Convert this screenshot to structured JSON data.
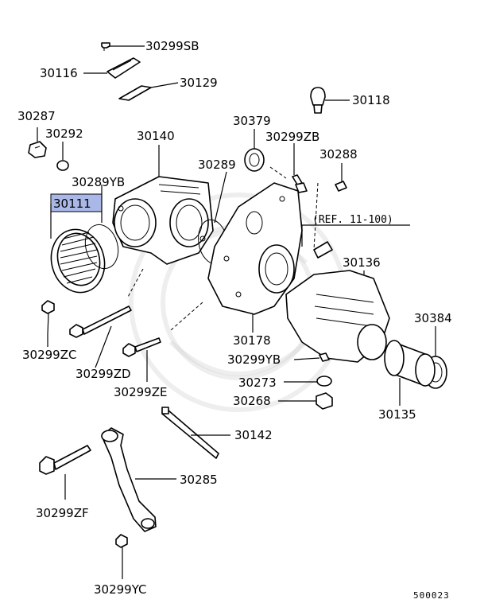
{
  "highlight_color": "#aab8e8",
  "diagram_code": "500023",
  "reference_note": "(REF. 11-100)",
  "parts": {
    "p30299SB": "30299SB",
    "p30116": "30116",
    "p30129": "30129",
    "p30118": "30118",
    "p30287": "30287",
    "p30292": "30292",
    "p30140": "30140",
    "p30379": "30379",
    "p30299ZB": "30299ZB",
    "p30288": "30288",
    "p30289": "30289",
    "p30289YB": "30289YB",
    "p30111": "30111",
    "p30136": "30136",
    "p30384": "30384",
    "p30178": "30178",
    "p30299YB": "30299YB",
    "p30273": "30273",
    "p30268": "30268",
    "p30135": "30135",
    "p30299ZC": "30299ZC",
    "p30299ZD": "30299ZD",
    "p30299ZE": "30299ZE",
    "p30142": "30142",
    "p30285": "30285",
    "p30299ZF": "30299ZF",
    "p30299YC": "30299YC"
  }
}
